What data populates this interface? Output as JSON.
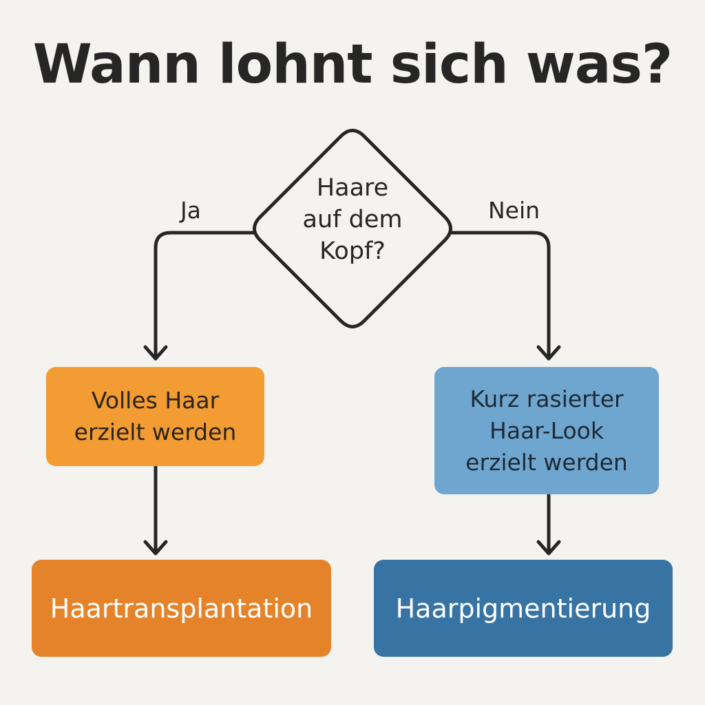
{
  "title": "Wann lohnt sich was?",
  "decision": {
    "lines": [
      "Haare",
      "auf dem",
      "Kopf?"
    ]
  },
  "branches": {
    "yes_label": "Ja",
    "no_label": "Nein"
  },
  "left_path": {
    "condition_lines": [
      "Volles Haar",
      "erzielt werden"
    ],
    "result": "Haartransplantation"
  },
  "right_path": {
    "condition_lines": [
      "Kurz rasierter",
      "Haar-Look",
      "erzielt werden"
    ],
    "result": "Haarpigmentierung"
  },
  "colors": {
    "background": "#f4f3ef",
    "orange_light": "#f39c33",
    "orange_dark": "#e5832a",
    "blue_light": "#6fa6cf",
    "blue_dark": "#3874a3",
    "line": "#262626"
  }
}
